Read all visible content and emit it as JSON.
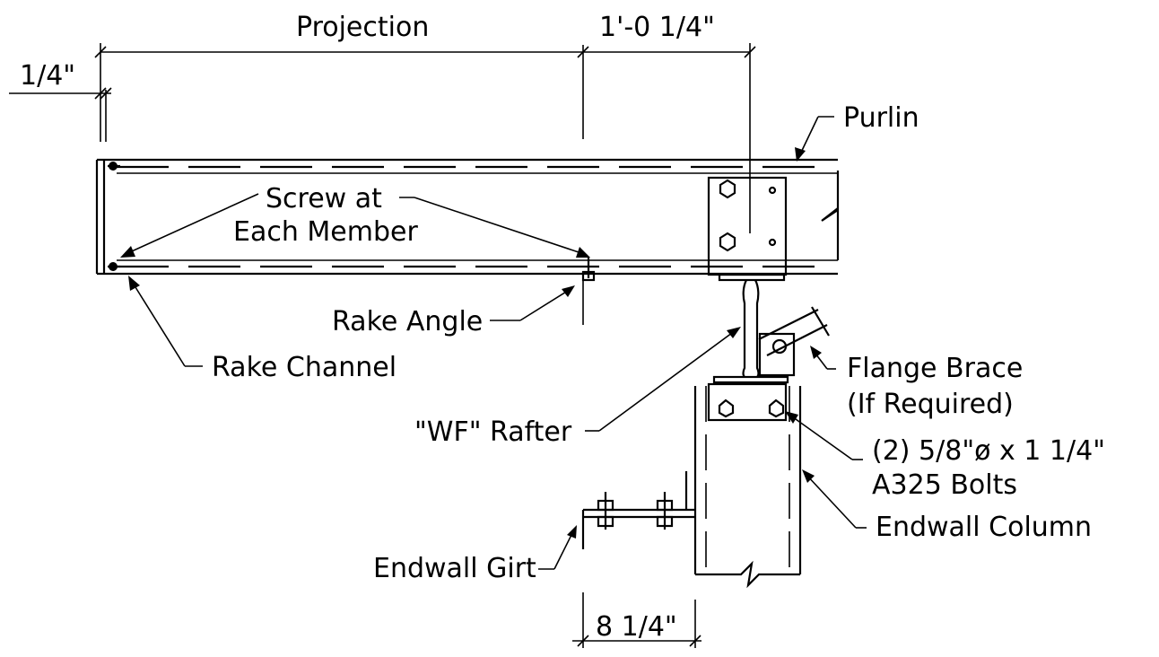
{
  "dimensions": {
    "projection": "Projection",
    "quarter_inch": "1/4\"",
    "offset": "1'-0 1/4\"",
    "girt_offset": "8 1/4\""
  },
  "labels": {
    "purlin": "Purlin",
    "screw_line1": "Screw at",
    "screw_line2": "Each Member",
    "rake_angle": "Rake Angle",
    "rake_channel": "Rake Channel",
    "wf_rafter": "\"WF\" Rafter",
    "flange_brace_line1": "Flange Brace",
    "flange_brace_line2": "(If Required)",
    "bolts_line1": "(2) 5/8\"ø x 1 1/4\"",
    "bolts_line2": "A325 Bolts",
    "endwall_column": "Endwall Column",
    "endwall_girt": "Endwall Girt"
  }
}
